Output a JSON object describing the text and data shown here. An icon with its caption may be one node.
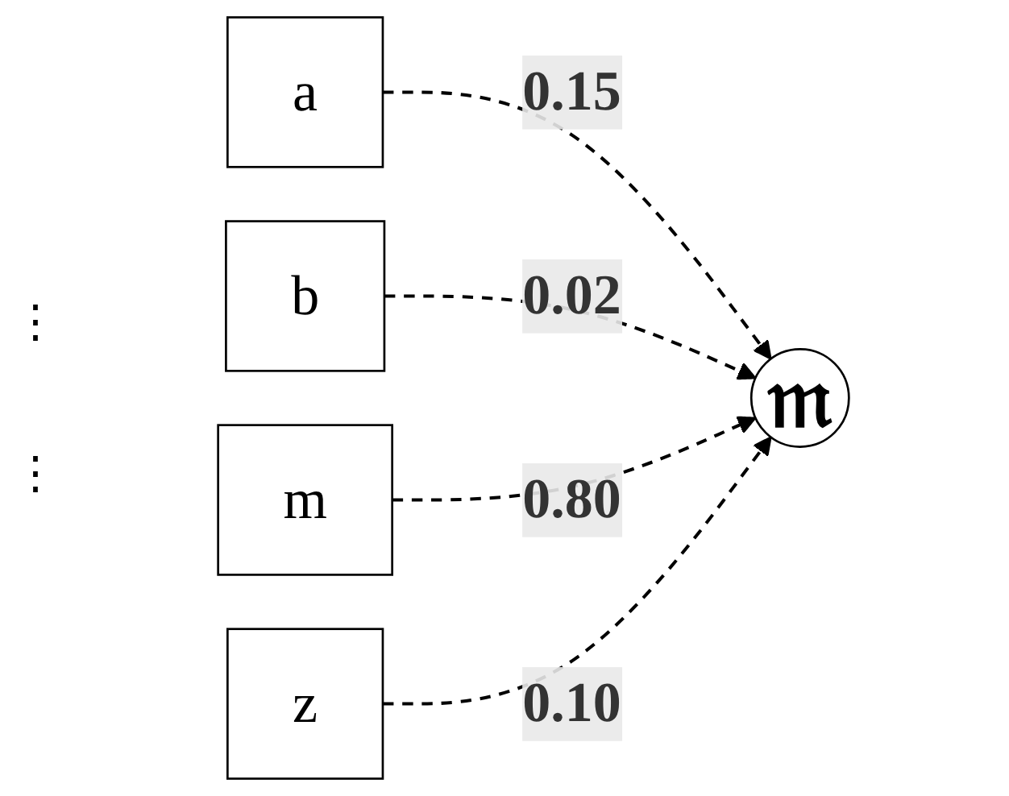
{
  "diagram": {
    "nodes": [
      {
        "text": [
          "a"
        ]
      },
      {
        "text": [
          "b"
        ]
      },
      {
        "text": [
          "m"
        ]
      },
      {
        "text": [
          "z"
        ]
      },
      {
        "text": [
          "𝔪"
        ]
      }
    ],
    "edges": [
      {
        "from": 0,
        "to": 4,
        "arrow": "to",
        "style": "dashed",
        "label": "0.15"
      },
      {
        "from": 1,
        "to": 4,
        "arrow": "to",
        "style": "dashed",
        "label": "0.02"
      },
      {
        "from": 2,
        "to": 4,
        "arrow": "to",
        "style": "dashed",
        "label": "0.80"
      },
      {
        "from": 3,
        "to": 4,
        "arrow": "to",
        "style": "dashed",
        "label": "0.10"
      }
    ],
    "labels": [
      "⋮",
      "⋮"
    ]
  }
}
